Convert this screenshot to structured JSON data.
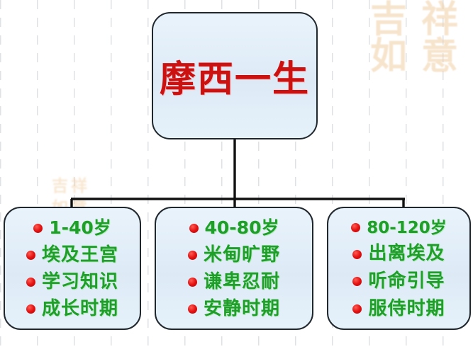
{
  "background": {
    "grid": "faint-dashed-vertical-grid",
    "watermarks": [
      {
        "name": "auspicious-seal-watermark-top-right",
        "text": "吉祥如意",
        "color": "#f0cfa4"
      },
      {
        "name": "seal-watermark-left",
        "text": "吉祥",
        "color": "#f0cfa4"
      }
    ]
  },
  "colors": {
    "title_red": "#cc1111",
    "body_green": "#1f9e2a",
    "bullet_red": "#e21010",
    "box_fill": "#e2eef8",
    "box_border": "#20282e",
    "connector": "#111111"
  },
  "diagram": {
    "type": "org-chart",
    "root": {
      "title": "摩西一生"
    },
    "branches": [
      {
        "id": "stage-1",
        "range": "1-40岁",
        "items": [
          "埃及王宫",
          "学习知识",
          "成长时期"
        ]
      },
      {
        "id": "stage-2",
        "range": "40-80岁",
        "items": [
          "米甸旷野",
          "谦卑忍耐",
          "安静时期"
        ]
      },
      {
        "id": "stage-3",
        "range": "80-120岁",
        "items": [
          "出离埃及",
          "听命引导",
          "服侍时期"
        ]
      }
    ]
  }
}
